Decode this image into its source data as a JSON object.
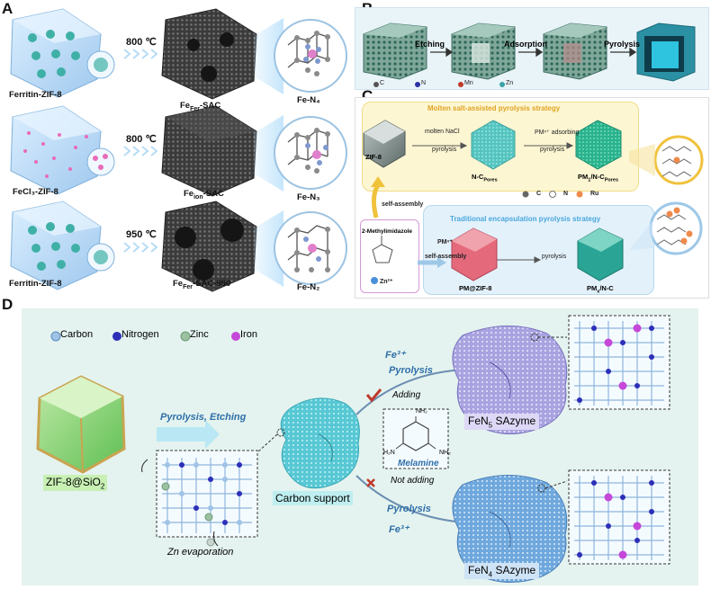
{
  "panels": {
    "a": "A",
    "b": "B",
    "c": "C",
    "d": "D"
  },
  "panelA": {
    "rows": [
      {
        "precursor": "Ferritin-ZIF-8",
        "temp": "800 ℃",
        "product_main": "Fe",
        "product_sub": "Fer",
        "product_tail": "-SAC",
        "site": "Fe-N₄"
      },
      {
        "precursor": "FeCl₃-ZIF-8",
        "temp": "800 ℃",
        "product_main": "Fe",
        "product_sub": "ion",
        "product_tail": "-SAC",
        "site": "Fe-N₃"
      },
      {
        "precursor": "Ferritin-ZIF-8",
        "temp": "950 ℃",
        "product_main": "Fe",
        "product_sub": "Fer",
        "product_tail": "-SAC-950",
        "site": "Fe-N₂"
      }
    ]
  },
  "panelB": {
    "steps": [
      "Etching",
      "Adsorption",
      "Pyrolysis"
    ],
    "legend": [
      "C",
      "N",
      "Mn",
      "Zn"
    ]
  },
  "panelC": {
    "molten_title": "Molten salt-assisted pyrolysis strategy",
    "trad_title": "Traditional encapsulation pyrolysis strategy",
    "zif": "ZIF-8",
    "molten_nacl": "molten NaCl",
    "pyrolysis": "pyrolysis",
    "pm_adsorbing": "PMⁿ⁺ adsorbing",
    "nc_pores": "N-C",
    "nc_pores_sub": "Pores",
    "pm1": "PM",
    "pm1_sub": "1",
    "pm1_tail": "/N-C",
    "pm1_sub2": "Pores",
    "legend": [
      "C",
      "N",
      "Ru"
    ],
    "self_assembly": "self-assembly",
    "methylimidazole": "2-Methylimidazole",
    "zn": "Zn²⁺",
    "pm": "PMⁿ⁺",
    "pm_zif": "PM@ZIF-8",
    "pmx": "PM",
    "pmx_sub": "x",
    "pmx_tail": "/N-C"
  },
  "panelD": {
    "legend": [
      "Carbon",
      "Nitrogen",
      "Zinc",
      "Iron"
    ],
    "zif_sio2": "ZIF-8@SiO",
    "zif_sio2_sub": "2",
    "pyrolysis_etching": "Pyrolysis, Etching",
    "zn_evap": "Zn evaporation",
    "carbon_support": "Carbon support",
    "fe3": "Fe³⁺",
    "pyrolysis": "Pyrolysis",
    "adding": "Adding",
    "not_adding": "Not adding",
    "melamine": "Melamine",
    "nh2": "NH₂",
    "h2n": "H₂N",
    "n": "N",
    "fen5": "FeN",
    "fen5_sub": "5",
    "fen5_tail": " SAzyme",
    "fen4": "FeN",
    "fen4_sub": "4",
    "fen4_tail": " SAzyme"
  },
  "colors": {
    "carbon": "#9fc3e6",
    "nitrogen": "#2d2fb8",
    "zinc": "#9cc0a2",
    "iron": "#c548d8",
    "panelD_bg": "#e4f3ef",
    "molten_bg": "#fdf6d2",
    "trad_bg": "#e3f1fb",
    "check": "#c0392b",
    "teal": "#2aa89a"
  }
}
